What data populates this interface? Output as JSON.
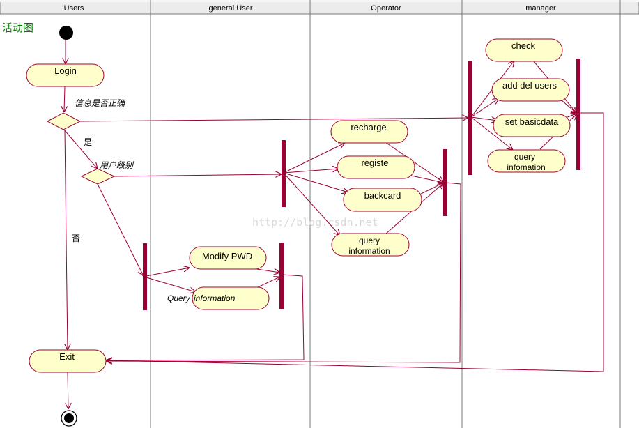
{
  "diagram_title": "活动图",
  "watermark": "http://blog.csdn.net",
  "lanes": [
    {
      "id": "users",
      "label": "Users"
    },
    {
      "id": "general",
      "label": "general User"
    },
    {
      "id": "operator",
      "label": "Operator"
    },
    {
      "id": "manager",
      "label": "manager"
    }
  ],
  "activities": {
    "login": "Login",
    "exit": "Exit",
    "modify_pwd": "Modify PWD",
    "query_info_general": "information",
    "recharge": "recharge",
    "registe": "registe",
    "backcard": "backcard",
    "query_info_op_1": "query",
    "query_info_op_2": "information",
    "check": "check",
    "add_del_users": "add del users",
    "set_basicdata": "set basicdata",
    "query_info_mgr_1": "query",
    "query_info_mgr_2": "infomation"
  },
  "labels": {
    "info_correct": "信息是否正确",
    "yes": "是",
    "no": "否",
    "user_level": "用户级别",
    "query_prefix": "Query"
  },
  "colors": {
    "activity_fill": "#ffffcc",
    "stroke": "#990033",
    "bar": "#990033",
    "lane_border": "#7a7a7a",
    "title": "#008000"
  }
}
